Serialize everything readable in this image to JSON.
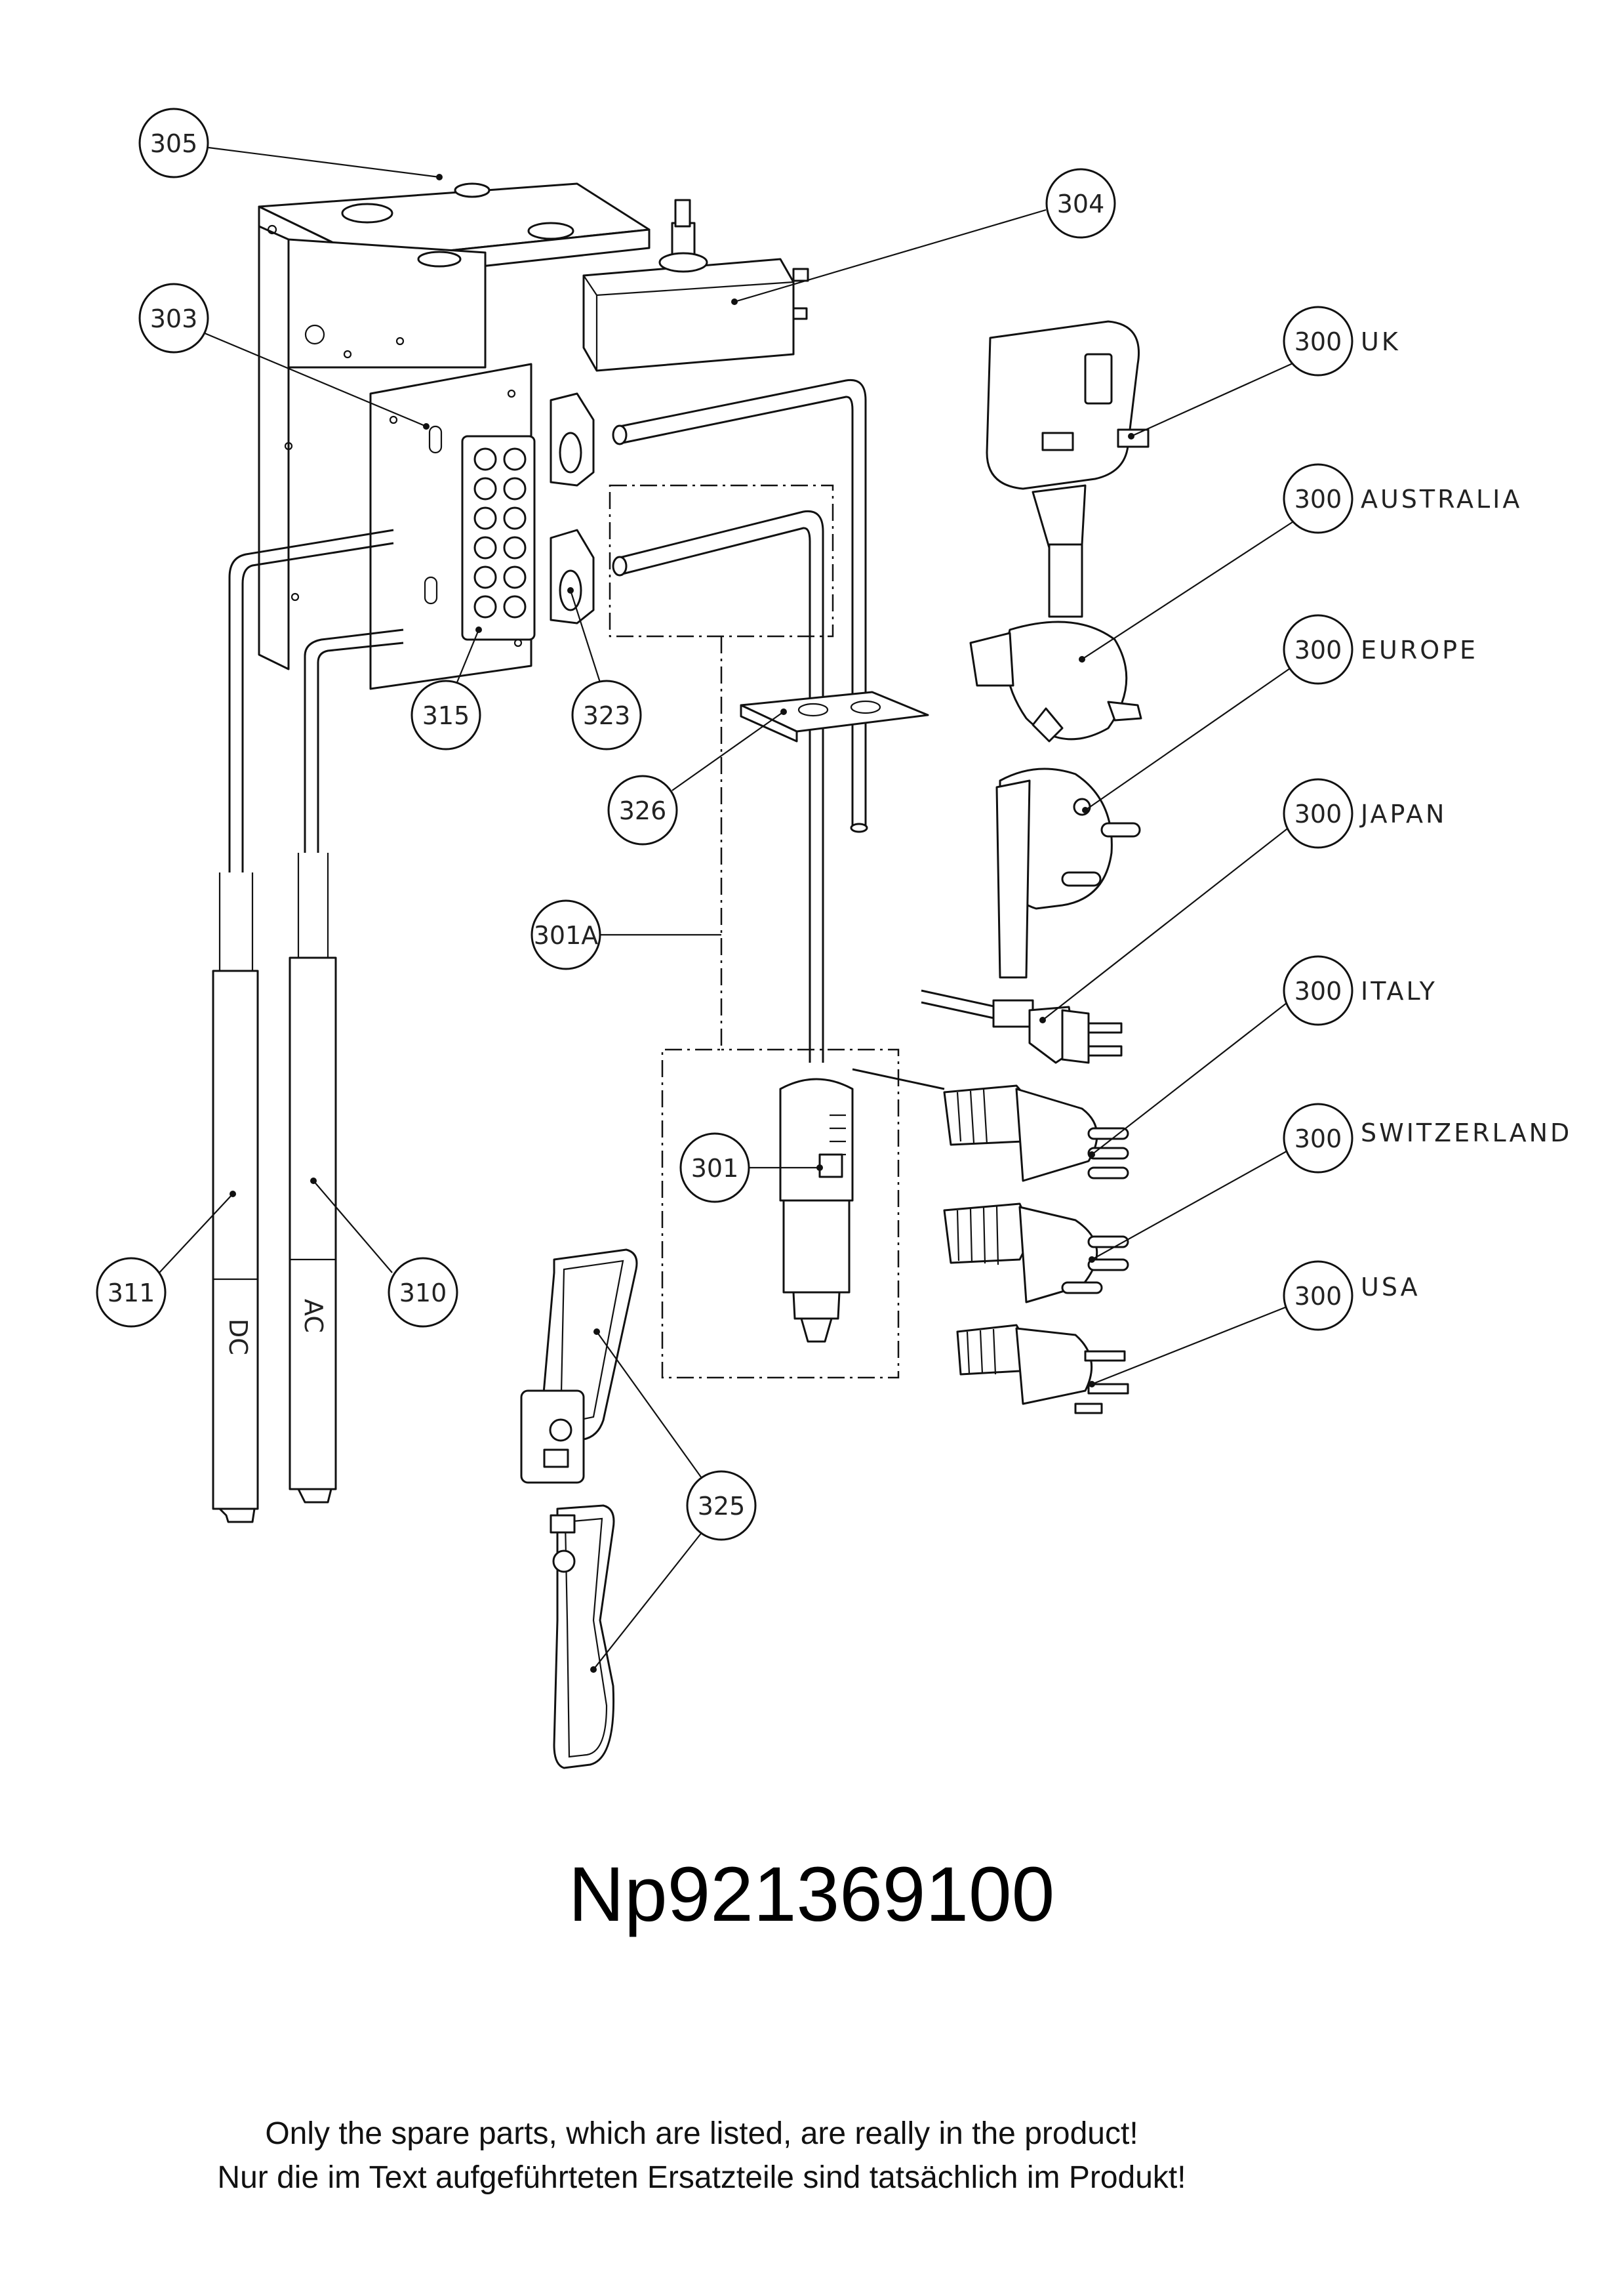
{
  "document_number": "Np921369100",
  "notes": {
    "english": "Only the spare parts, which are listed, are really in the product!",
    "german": "Nur die im Text aufgeführteten Ersatzteile sind tatsächlich im Produkt!"
  },
  "callouts": {
    "c305": "305",
    "c304": "304",
    "c303": "303",
    "c315": "315",
    "c323": "323",
    "c326": "326",
    "c301a": "301A",
    "c301": "301",
    "c311": "311",
    "c310": "310",
    "c325": "325",
    "c300_uk": "300",
    "c300_au": "300",
    "c300_eu": "300",
    "c300_jp": "300",
    "c300_it": "300",
    "c300_ch": "300",
    "c300_us": "300"
  },
  "countries": {
    "uk": "UK",
    "australia": "AUSTRALIA",
    "europe": "EUROPE",
    "japan": "JAPAN",
    "italy": "ITALY",
    "switzerland": "SWITZERLAND",
    "usa": "USA"
  },
  "cable_marks": {
    "dc": "DC",
    "ac": "AC"
  }
}
